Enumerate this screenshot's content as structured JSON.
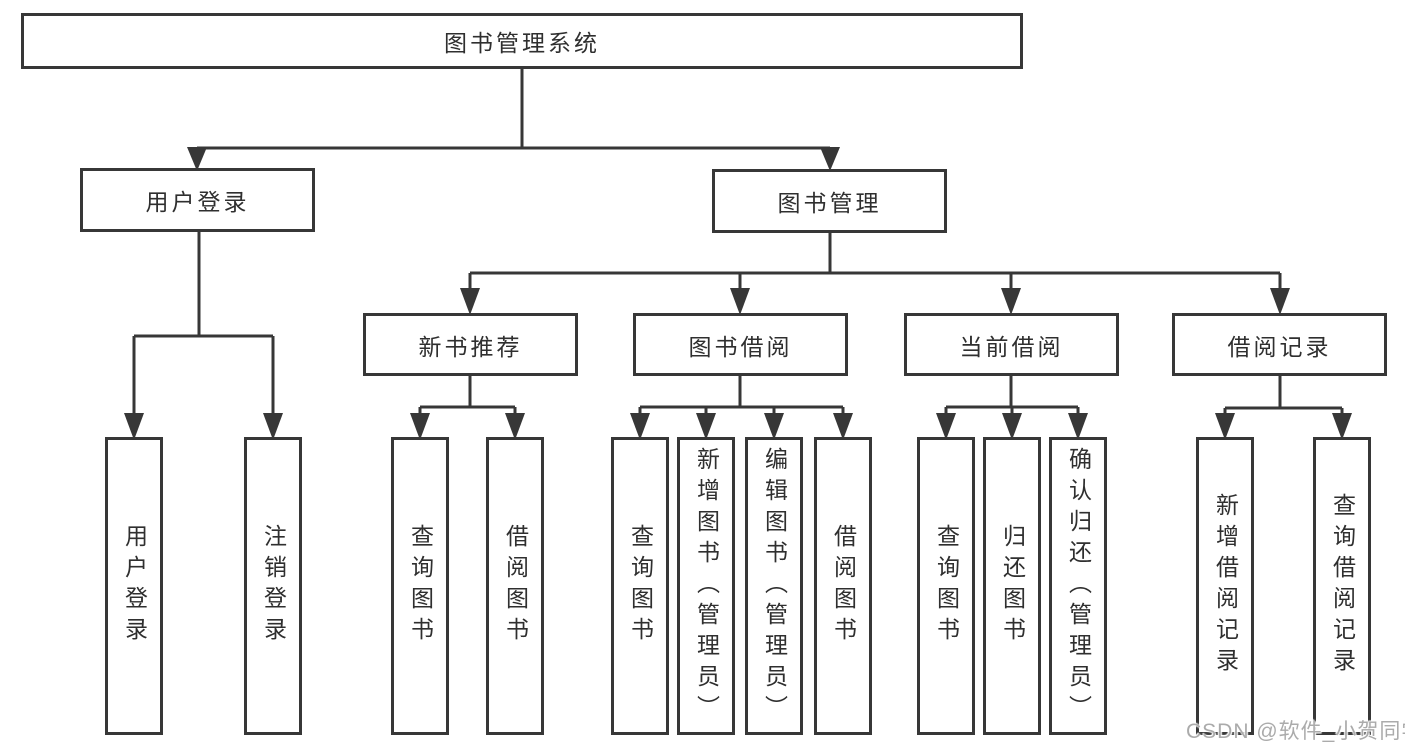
{
  "diagram": {
    "line_color": "#373737",
    "text_color": "#2f2f2f",
    "background_color": "#ffffff",
    "root": {
      "label": "图书管理系统"
    },
    "branches": [
      {
        "label": "用户登录",
        "children": [
          {
            "label": "用户登录"
          },
          {
            "label": "注销登录"
          }
        ]
      },
      {
        "label": "图书管理",
        "groups": [
          {
            "label": "新书推荐",
            "children": [
              {
                "label": "查询图书"
              },
              {
                "label": "借阅图书"
              }
            ]
          },
          {
            "label": "图书借阅",
            "children": [
              {
                "label": "查询图书"
              },
              {
                "label": "新增图书（管理员）"
              },
              {
                "label": "编辑图书（管理员）"
              },
              {
                "label": "借阅图书"
              }
            ]
          },
          {
            "label": "当前借阅",
            "children": [
              {
                "label": "查询图书"
              },
              {
                "label": "归还图书"
              },
              {
                "label": "确认归还（管理员）"
              }
            ]
          },
          {
            "label": "借阅记录",
            "children": [
              {
                "label": "新增借阅记录"
              },
              {
                "label": "查询借阅记录"
              }
            ]
          }
        ]
      }
    ]
  },
  "watermark": {
    "text": "CSDN @软件_小贺同学",
    "color": "#ababab"
  }
}
